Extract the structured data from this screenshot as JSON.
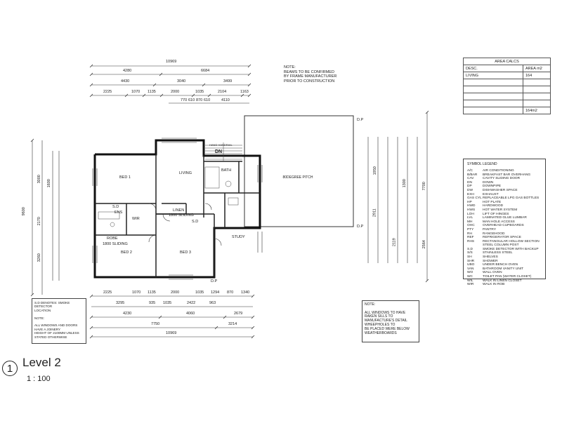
{
  "drawing": {
    "level_number": "1",
    "level_title": "Level 2",
    "scale": "1 : 100"
  },
  "notes": {
    "beams": [
      "NOTE:",
      "BEAMS TO BE CONFIRMED",
      "BY FRAME MANUFACTURER",
      "PRIOR TO CONSTRUCTION"
    ],
    "smoke": [
      "S.D   DENOTES: SMOKE",
      "DETECTOR",
      "LOCATION",
      "",
      "NOTE:",
      "",
      "ALL WINDOWS AND DOORS",
      "HAVE A JOINERY",
      "HEIGHT OF 2100mm UNLESS",
      "STATED OTHERWISE"
    ],
    "windows": [
      "NOTE:",
      "",
      "ALL WINDOWS TO HAVE",
      "RAKEN SILLS TO",
      "MANUFACTURE'S DETAIL",
      "WHEEPHOLES TO",
      "BE PLACED WERE BELOW",
      "WEATHERBOARDS"
    ]
  },
  "area_calcs": {
    "title": "AREA CALCS",
    "col_desc": "DESC.",
    "col_area": "AREA m2",
    "row_label": "LIVING",
    "row_value": "164",
    "total": "164m2"
  },
  "symbol_legend": {
    "title": "SYMBOL LEGEND",
    "items": [
      [
        "A/C",
        "AIR CONDITIONING"
      ],
      [
        "B/BAR",
        "BREAKFAST BAR OVERHANG"
      ],
      [
        "CAV",
        "CAVITY SLIDING DOOR"
      ],
      [
        "DN",
        "DOWN"
      ],
      [
        "DP",
        "DOWNPIPE"
      ],
      [
        "DW",
        "DISHWASHER SPACE"
      ],
      [
        "EXH",
        "EXHAUST"
      ],
      [
        "GAS CYL",
        "REPLACEABLE LPG GAS BOTTLES"
      ],
      [
        "HP",
        "HOT PLATE"
      ],
      [
        "HWD",
        "HARDWOOD"
      ],
      [
        "HWS",
        "HOT WATER SYSTEM"
      ],
      [
        "LOH",
        "LIFT OF HINGES"
      ],
      [
        "LVL",
        "LAMINATED GLUE LUMBAR"
      ],
      [
        "MH",
        "MAN HOLE ACCESS"
      ],
      [
        "OHC",
        "OVERHEAD CUPBOARDS"
      ],
      [
        "PTY",
        "PANTRY"
      ],
      [
        "RH",
        "RANGEHOOD"
      ],
      [
        "REF",
        "REFRIGERATOR SPACE"
      ],
      [
        "RHS",
        "RECTANGULAR HOLLOW SECTION"
      ],
      [
        "",
        "STEEL COLUMN POST"
      ],
      [
        "S.D",
        "SMOKE DETECTOR WITH BACKUP"
      ],
      [
        "S/S",
        "STAINLESS STEEL"
      ],
      [
        "SH",
        "SHELVES"
      ],
      [
        "SHR",
        "SHOWER"
      ],
      [
        "UBO",
        "UNDER BENCH OVEN"
      ],
      [
        "VAN",
        "BATHROOM VANITY UNIT"
      ],
      [
        "WO",
        "WALL OVEN"
      ],
      [
        "WC",
        "TOILET PAN (WATER CLOSET)"
      ],
      [
        "WIL",
        "WALK IN LINEN CLOSET"
      ],
      [
        "WIR",
        "WALK IN ROB"
      ]
    ]
  },
  "rooms": {
    "bed1": "BED 1",
    "bed2": "BED 2",
    "bed3": "BED 3",
    "living": "LIVING",
    "linen": "LINEN",
    "study": "STUDY",
    "robe": "ROBE",
    "ens": "ENS",
    "wir": "WIR",
    "bath": "BATH",
    "dn": "DN",
    "roof": "80DEGREE PITCH",
    "hand_rail": "HAND HANDRAIL",
    "robe_sliding": "1800 SLIDING",
    "linen_sliding": "1800 SLIDING"
  },
  "dimensions": {
    "top_overall": "10969",
    "top_row2": [
      "4280",
      "6684"
    ],
    "top_row3": [
      "4430",
      "3040",
      "3499"
    ],
    "top_row4": [
      "2225",
      "1070",
      "1135",
      "2000",
      "1035",
      "2104",
      "1163"
    ],
    "top_row5": [
      "770",
      "610",
      "870",
      "610",
      "4110"
    ],
    "bottom_row1": [
      "2225",
      "1070",
      "1135",
      "2000",
      "1035",
      "1294",
      "870",
      "1340"
    ],
    "bottom_row2": [
      "3295",
      "935",
      "1035",
      "2422",
      "963"
    ],
    "bottom_row3": [
      "4230",
      "4060",
      "2679"
    ],
    "bottom_row4": [
      "7750",
      "3214"
    ],
    "bottom_overall": "10969",
    "left_overall": "9600",
    "left_parts": [
      "3000",
      "2170",
      "1600",
      "3260"
    ],
    "right_overall": "7700",
    "right_parts": [
      "1950",
      "2911",
      "1300",
      "2119"
    ],
    "right_far": "2564"
  },
  "markers": {
    "dp1": "D.P",
    "dp2": "D.P",
    "dp3": "D.P",
    "sd1": "S.D",
    "sd2": "S.D"
  }
}
